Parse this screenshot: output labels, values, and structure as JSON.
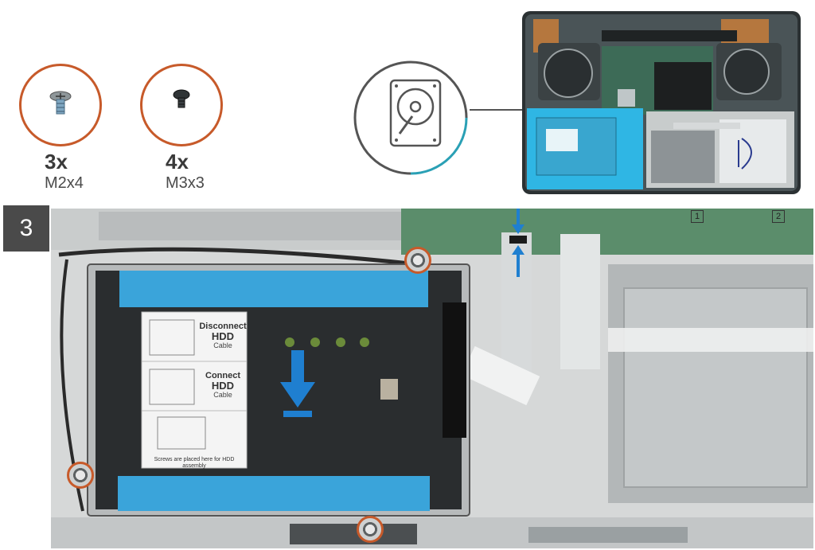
{
  "screws": [
    {
      "count": "3x",
      "size": "M2x4",
      "icon": "screw-m2x4-icon"
    },
    {
      "count": "4x",
      "size": "M3x3",
      "icon": "screw-m3x3-icon"
    }
  ],
  "component_icon": "hdd-icon",
  "step": {
    "number": "3",
    "instruction_card": {
      "disconnect": {
        "title": "Disconnect",
        "device": "HDD",
        "object": "Cable"
      },
      "connect": {
        "title": "Connect",
        "device": "HDD",
        "object": "Cable"
      },
      "footer": "Screws are placed here for HDD assembly"
    },
    "board_marks": [
      "1",
      "2"
    ]
  },
  "colors": {
    "callout": "#c75a2a",
    "highlight": "#2fb6e4",
    "arrow": "#1f7fd0",
    "foam": "#3aa4da"
  }
}
